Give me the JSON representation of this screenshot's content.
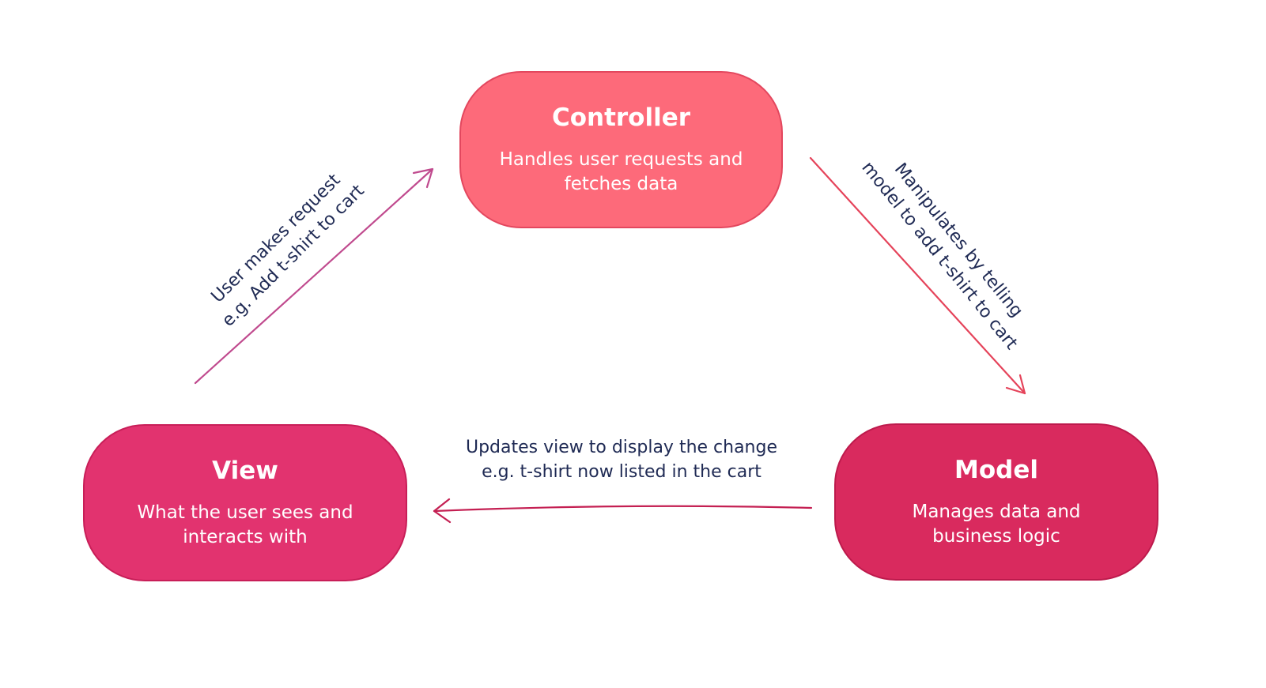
{
  "nodes": {
    "controller": {
      "title": "Controller",
      "description": "Handles user requests and\nfetches data",
      "color": "#fd6a7a"
    },
    "view": {
      "title": "View",
      "description": "What the user sees and\ninteracts with",
      "color": "#e2336f"
    },
    "model": {
      "title": "Model",
      "description": "Manages data and\nbusiness logic",
      "color": "#d92a5e"
    }
  },
  "edges": {
    "view_to_controller": {
      "label": "User makes request\ne.g. Add t-shirt to cart",
      "color": "#c04a8e"
    },
    "controller_to_model": {
      "label": "Manipulates by telling\nmodel to add t-shirt to cart",
      "color": "#e5435a"
    },
    "model_to_view": {
      "label": "Updates view to display the change\ne.g. t-shirt now listed in the cart",
      "color": "#c41f52"
    }
  },
  "colors": {
    "text_dark": "#1f2a54",
    "background": "#ffffff"
  }
}
